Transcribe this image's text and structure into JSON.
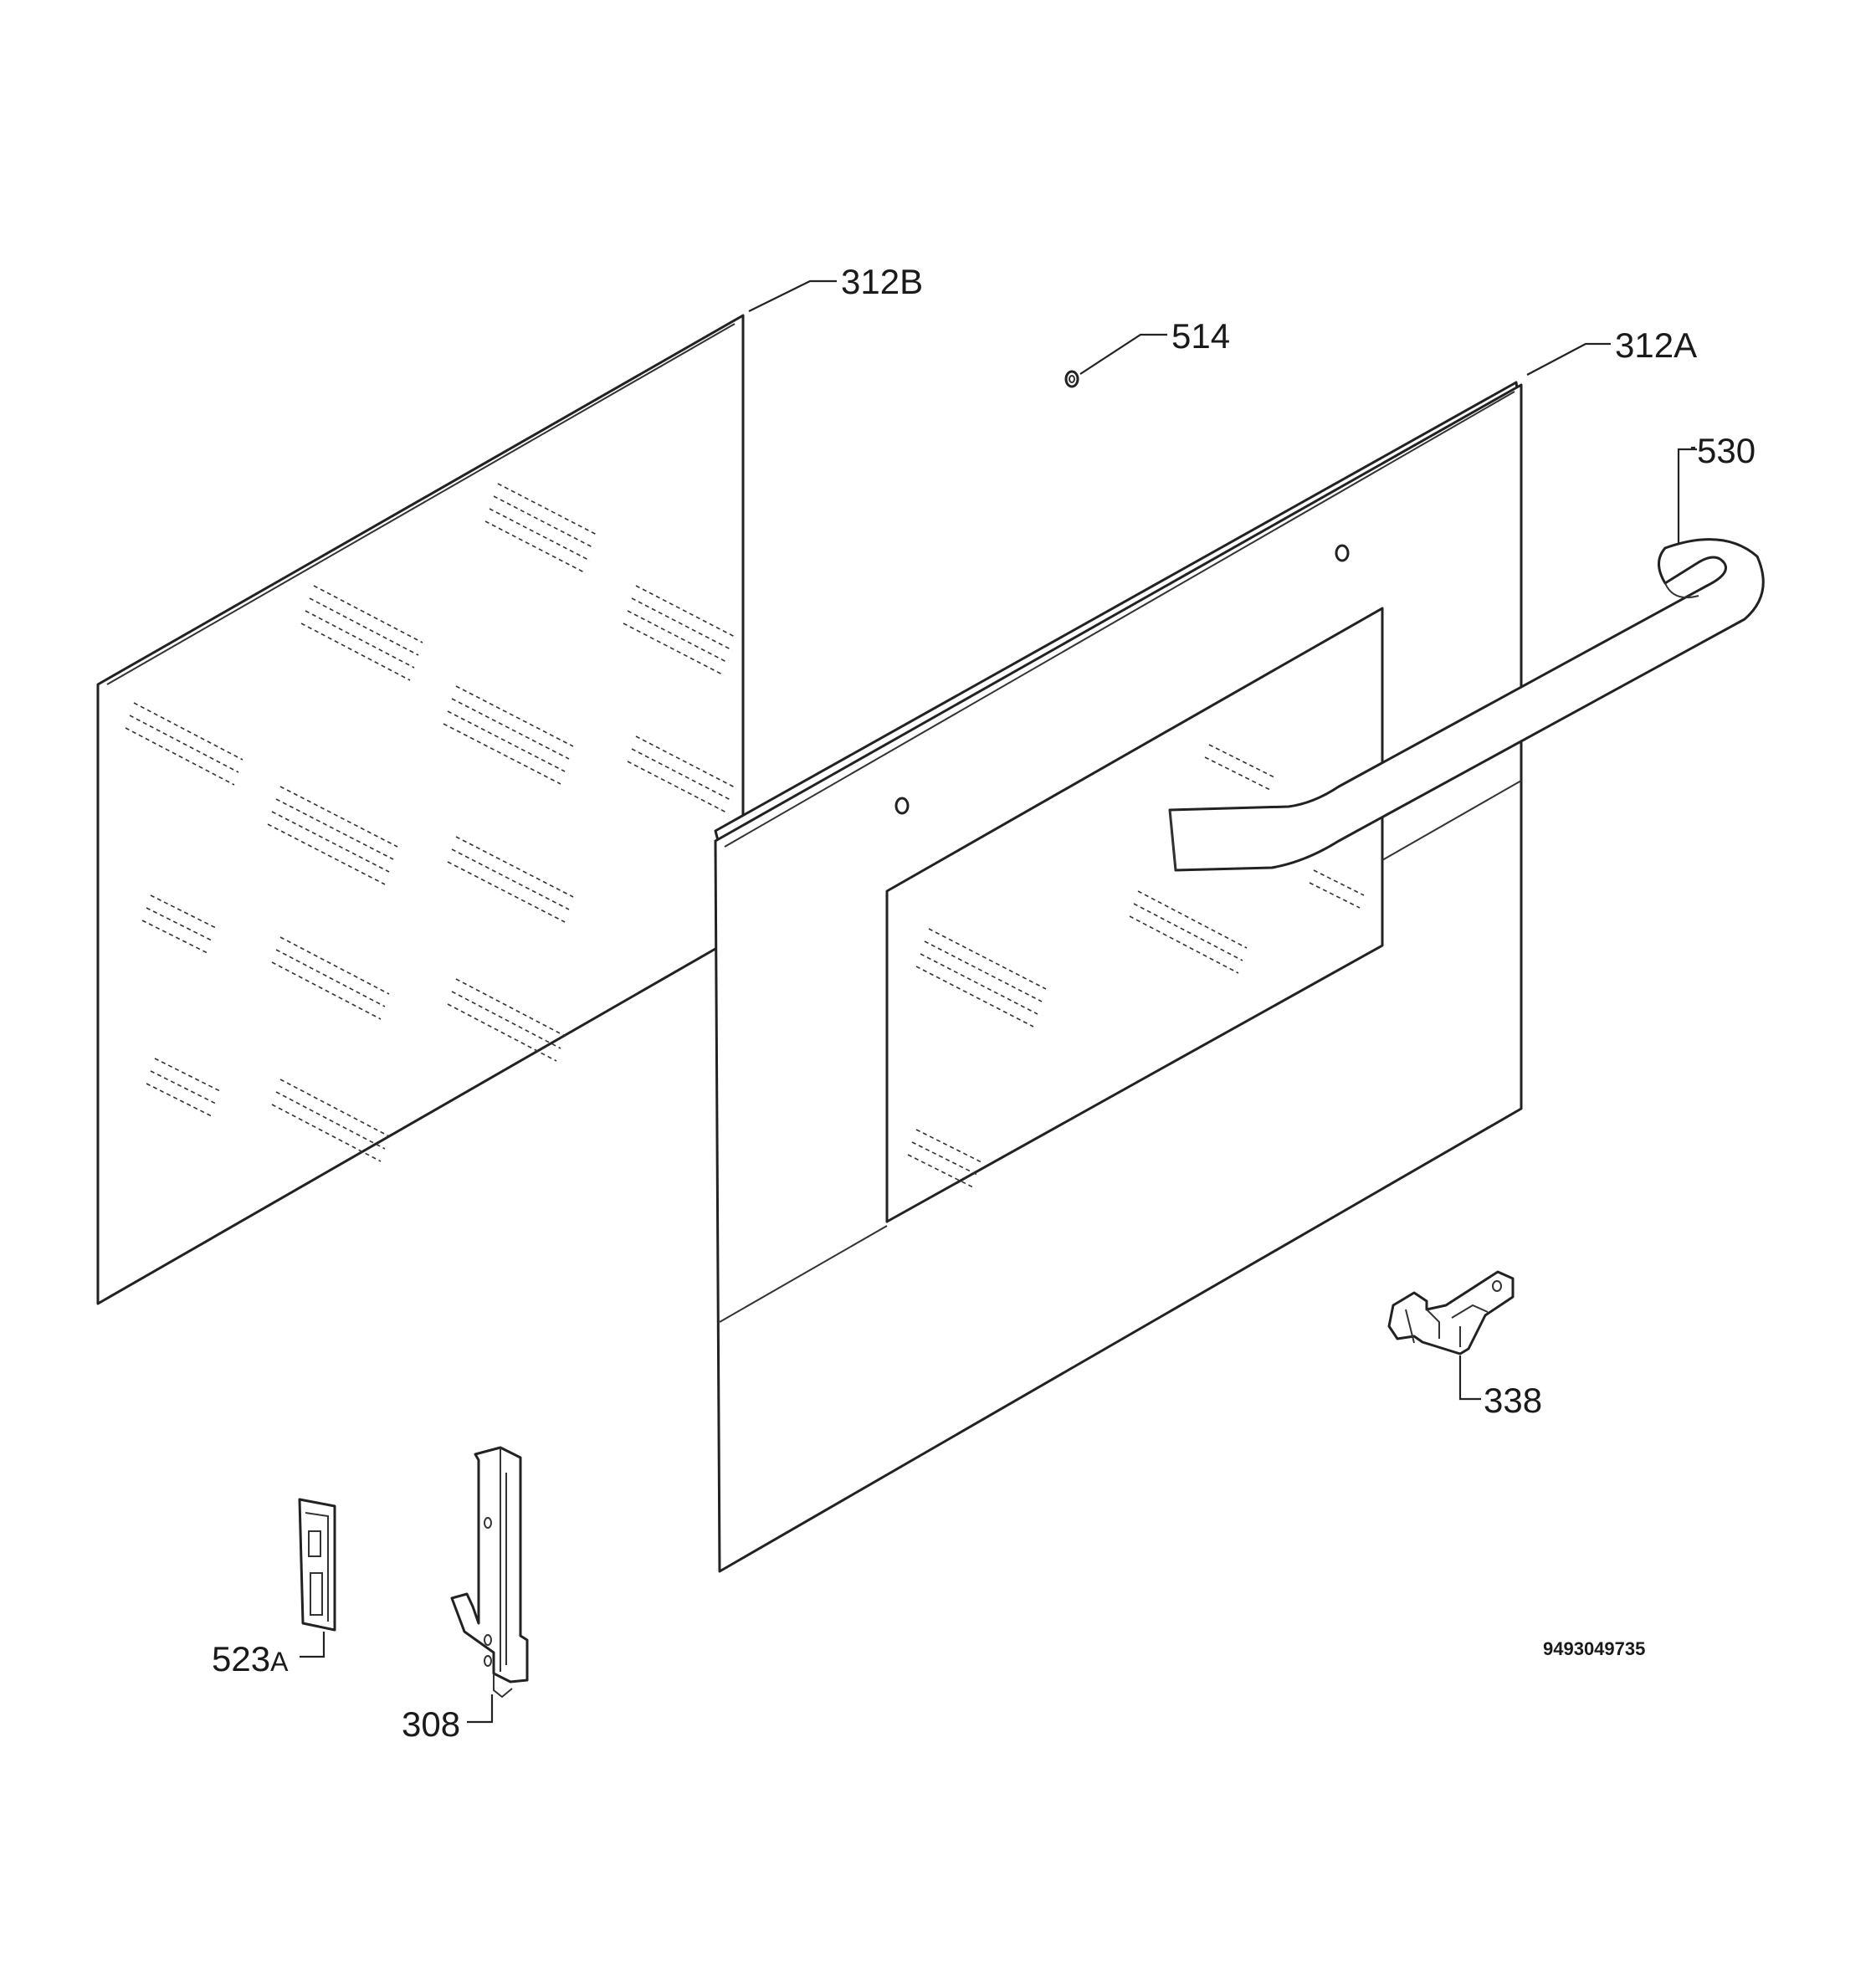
{
  "labels": {
    "l312b": "312B",
    "l514": "514",
    "l312a": "312A",
    "l530": "530",
    "l338": "338",
    "l523a": "523",
    "l523a_suffix": "A",
    "l308": "308"
  },
  "drawing_number": "9493049735"
}
